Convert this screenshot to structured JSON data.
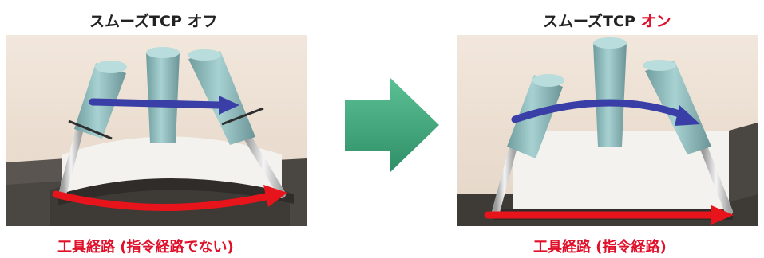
{
  "left_panel": {
    "title": "スムーズTCP オフ",
    "caption": "工具経路 (指令経路でない)"
  },
  "right_panel": {
    "title_prefix": "スムーズTCP ",
    "title_accent": "オン",
    "caption": "工具経路 (指令経路)"
  },
  "colors": {
    "accent_red": "#e0102a",
    "tool_path_red": "#e8141c",
    "command_path_blue": "#3a3fa8",
    "transition_arrow_green": "#3fa57c",
    "tool_body": "#8fbcbc"
  }
}
